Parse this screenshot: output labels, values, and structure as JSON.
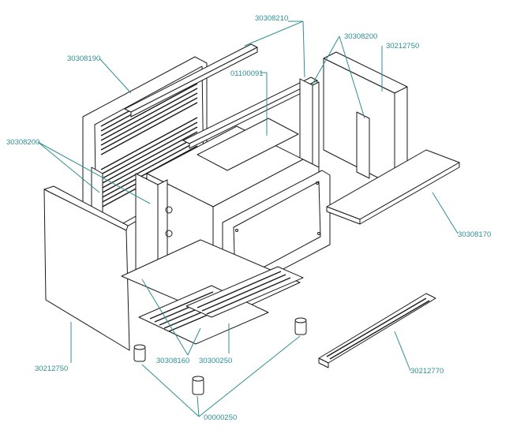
{
  "colors": {
    "leader": "#2f8f92",
    "line": "#1a1a1a",
    "background": "#ffffff"
  },
  "labels": {
    "p30308210": "30308210",
    "p30308200_top": "30308200",
    "p30212750_top": "30212750",
    "p30308190": "30308190",
    "p01100091": "01100091",
    "p30308200_left": "30308200",
    "p30308170": "30308170",
    "p30212750_bottom": "30212750",
    "p30308160": "30308160",
    "p30300250": "30300250",
    "p30212770": "30212770",
    "p00000250": "00000250"
  }
}
